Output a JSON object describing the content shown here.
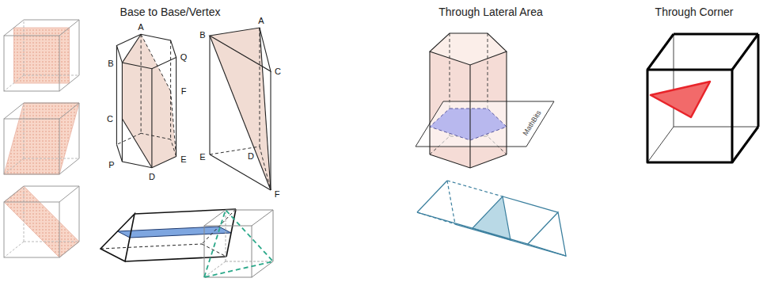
{
  "diagram": {
    "labels": [
      "Base to Base/Vertex",
      "Through Lateral Area",
      "Through Corner",
      "A",
      "B",
      "Q",
      "F",
      "C",
      "P",
      "E",
      "D",
      "B",
      "A",
      "C",
      "D",
      "E",
      "F",
      "MathBits"
    ]
  }
}
